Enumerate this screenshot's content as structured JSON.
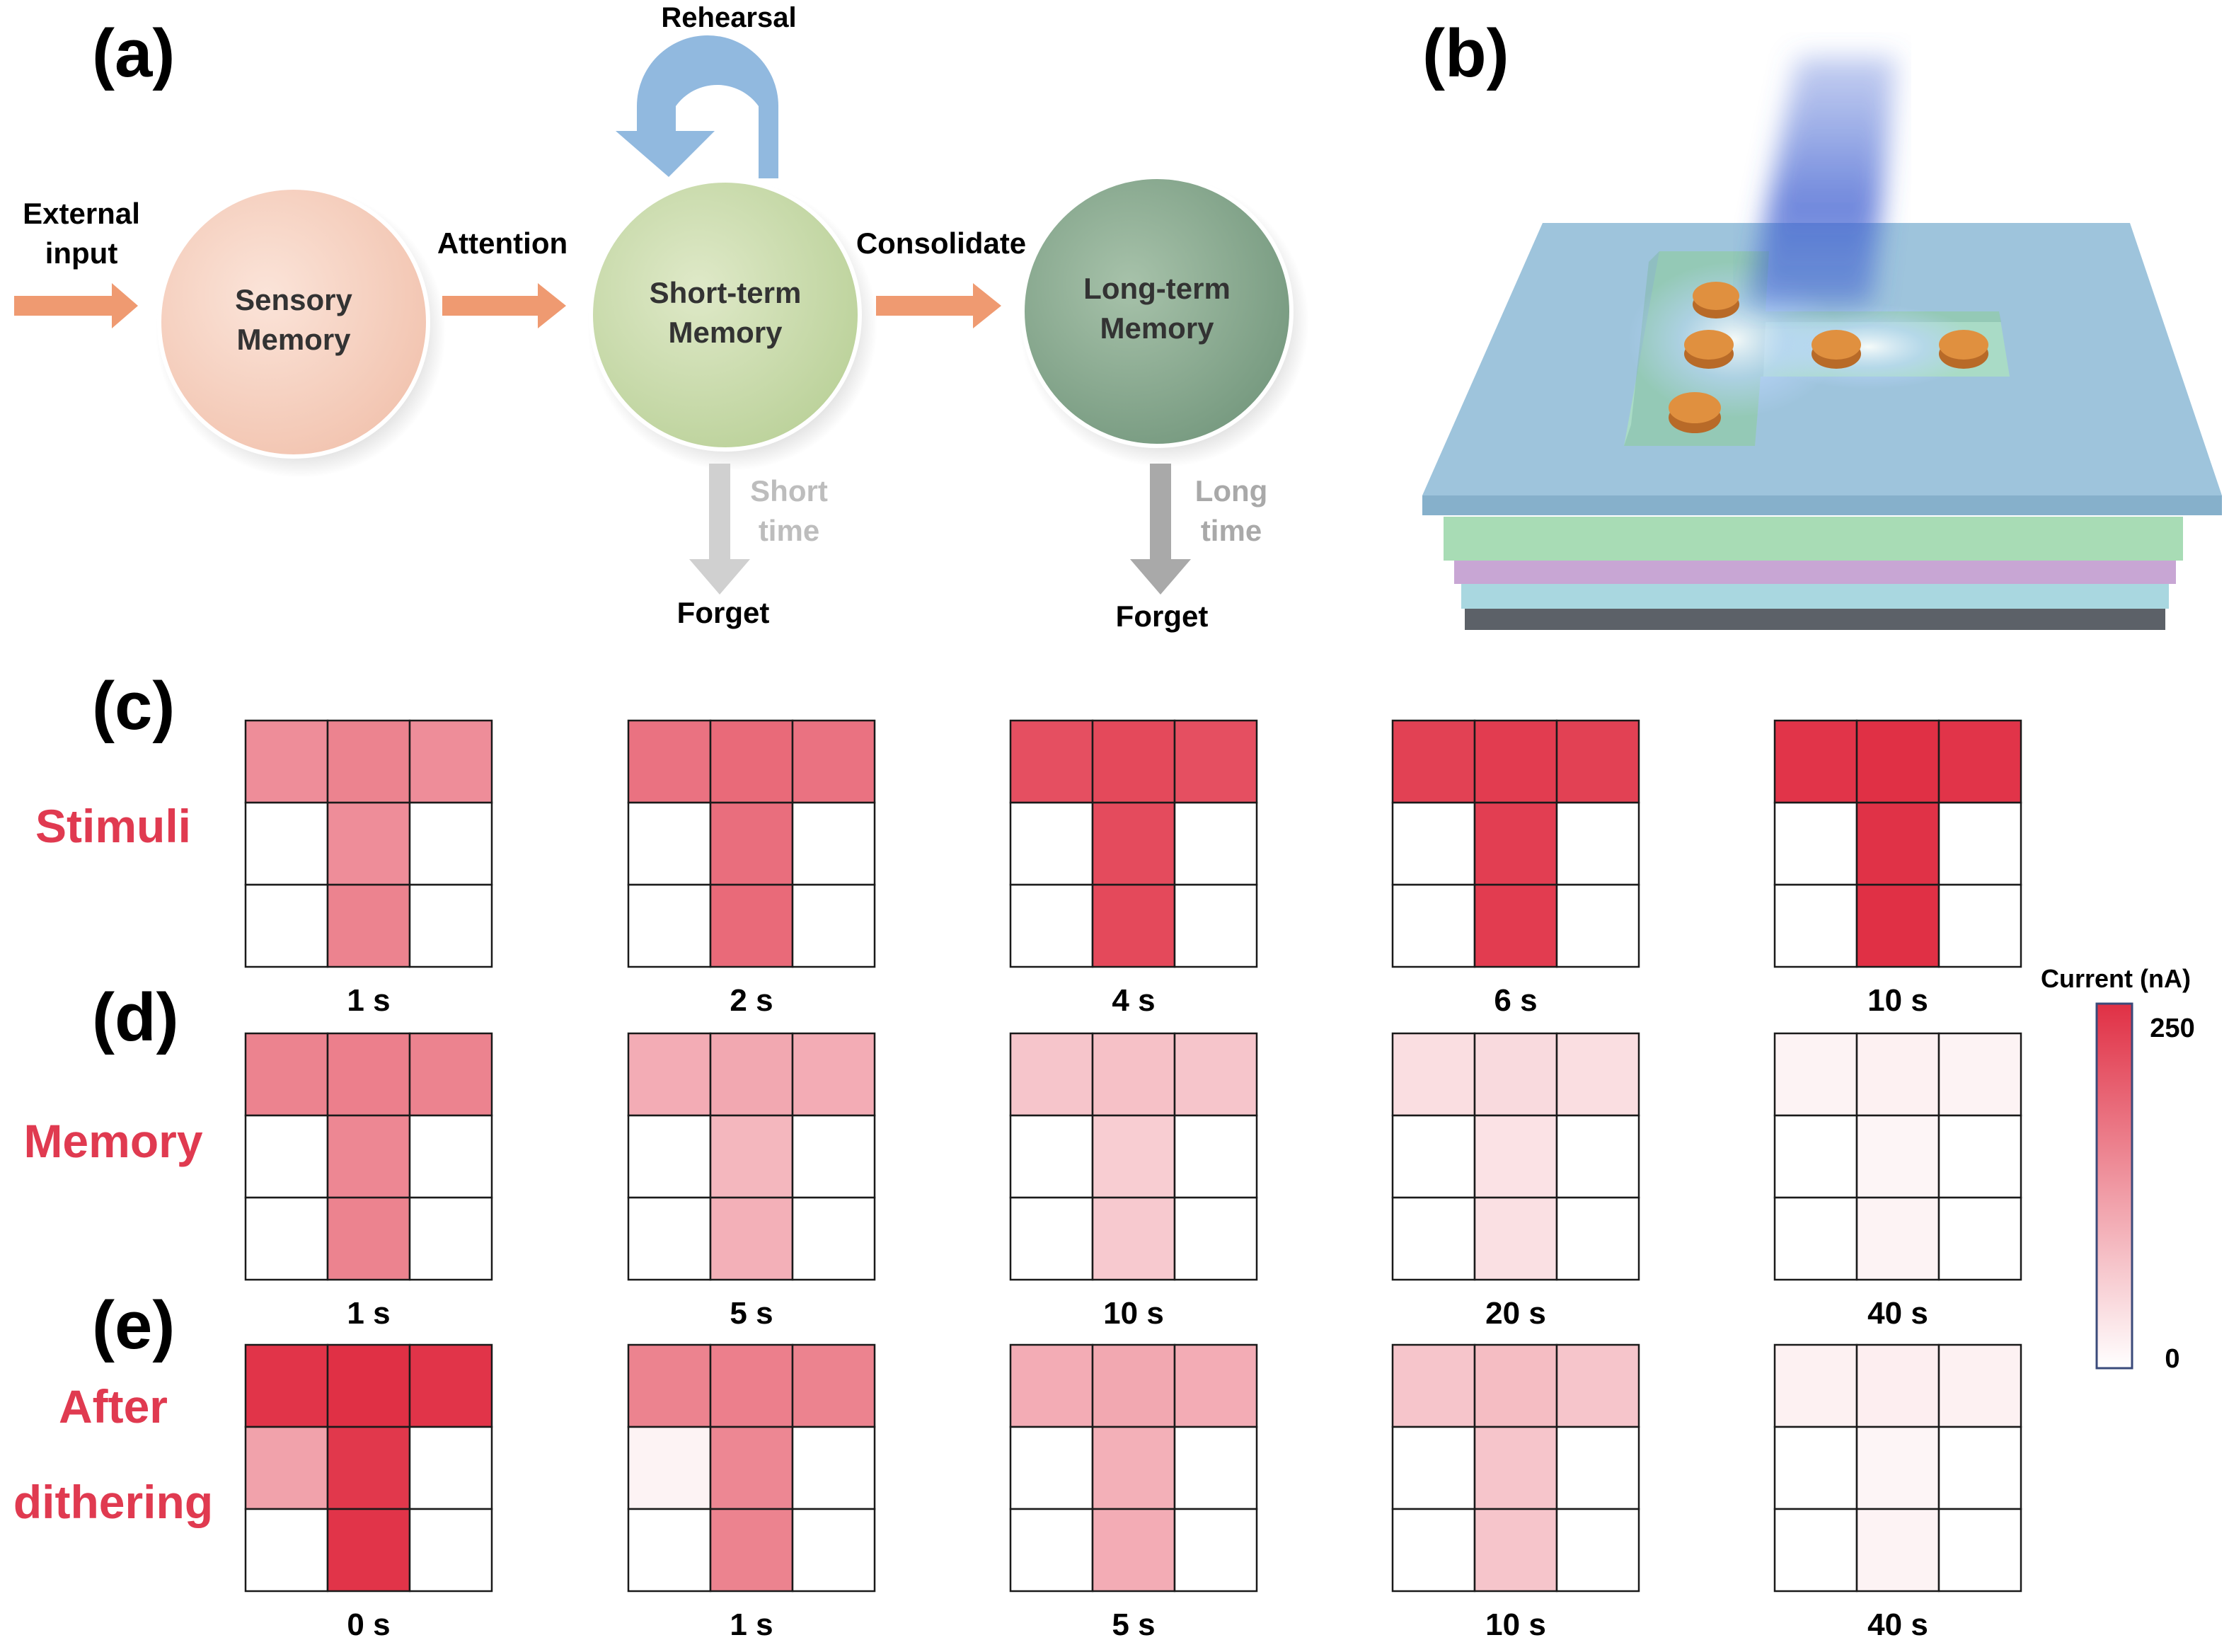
{
  "panel_labels": {
    "a": "(a)",
    "b": "(b)",
    "c": "(c)",
    "d": "(d)",
    "e": "(e)"
  },
  "memory_model": {
    "external_input": [
      "External",
      "input"
    ],
    "sensory": [
      "Sensory",
      "Memory"
    ],
    "attention": "Attention",
    "short_term": [
      "Short-term",
      "Memory"
    ],
    "rehearsal": "Rehearsal",
    "consolidate": "Consolidate",
    "long_term": [
      "Long-term",
      "Memory"
    ],
    "short_time": [
      "Short",
      "time"
    ],
    "long_time": [
      "Long",
      "time"
    ],
    "forget": "Forget",
    "colors": {
      "sensory": "#f6d2c3",
      "short_term": "#cfdeb3",
      "long_term": "#8fae94",
      "arrow": "#ef9a71",
      "rehearsal_arrow": "#91b9df",
      "forget_arrow": "#bdbdbd"
    }
  },
  "device": {
    "layer_colors": [
      "#9ec4dc",
      "#a8dcb5",
      "#c8a6d4",
      "#a9d7e0",
      "#5c6168"
    ],
    "electrode_color": "#d9853b",
    "light_color": "#3a5fd0"
  },
  "rows": [
    {
      "label": [
        "Stimuli"
      ],
      "images": [
        {
          "time": "1 s",
          "cells": [
            0.55,
            0.6,
            0.55,
            0,
            0.55,
            0,
            0,
            0.6,
            0
          ]
        },
        {
          "time": "2 s",
          "cells": [
            0.68,
            0.72,
            0.68,
            0,
            0.7,
            0,
            0,
            0.72,
            0
          ]
        },
        {
          "time": "4 s",
          "cells": [
            0.85,
            0.88,
            0.85,
            0,
            0.87,
            0,
            0,
            0.88,
            0
          ]
        },
        {
          "time": "6 s",
          "cells": [
            0.92,
            0.94,
            0.92,
            0,
            0.93,
            0,
            0,
            0.94,
            0
          ]
        },
        {
          "time": "10 s",
          "cells": [
            0.98,
            1.0,
            0.98,
            0,
            0.99,
            0,
            0,
            1.0,
            0
          ]
        }
      ]
    },
    {
      "label": [
        "Memory"
      ],
      "images": [
        {
          "time": "1 s",
          "cells": [
            0.6,
            0.62,
            0.6,
            0,
            0.58,
            0,
            0,
            0.6,
            0
          ]
        },
        {
          "time": "5 s",
          "cells": [
            0.4,
            0.42,
            0.4,
            0,
            0.35,
            0,
            0,
            0.38,
            0
          ]
        },
        {
          "time": "10 s",
          "cells": [
            0.28,
            0.3,
            0.28,
            0,
            0.24,
            0,
            0,
            0.26,
            0
          ]
        },
        {
          "time": "20 s",
          "cells": [
            0.16,
            0.18,
            0.16,
            0,
            0.14,
            0,
            0,
            0.15,
            0
          ]
        },
        {
          "time": "40 s",
          "cells": [
            0.06,
            0.07,
            0.06,
            0,
            0.05,
            0,
            0,
            0.06,
            0
          ]
        }
      ]
    },
    {
      "label": [
        "After",
        "dithering"
      ],
      "images": [
        {
          "time": "0 s",
          "cells": [
            0.98,
            1.0,
            0.98,
            0.45,
            0.96,
            0,
            0,
            0.98,
            0
          ]
        },
        {
          "time": "1 s",
          "cells": [
            0.6,
            0.62,
            0.6,
            0.06,
            0.58,
            0,
            0,
            0.6,
            0
          ]
        },
        {
          "time": "5 s",
          "cells": [
            0.4,
            0.42,
            0.4,
            0,
            0.38,
            0,
            0,
            0.4,
            0
          ]
        },
        {
          "time": "10 s",
          "cells": [
            0.28,
            0.32,
            0.28,
            0,
            0.28,
            0,
            0,
            0.28,
            0
          ]
        },
        {
          "time": "40 s",
          "cells": [
            0.07,
            0.08,
            0.07,
            0,
            0.05,
            0,
            0,
            0.06,
            0
          ]
        }
      ]
    }
  ],
  "colorbar": {
    "title": "Current (nA)",
    "max_label": "250",
    "min_label": "0",
    "min": 0,
    "max": 250,
    "color_low": "#ffffff",
    "color_high": "#e03045"
  },
  "colors": {
    "row_label": "#e03a50"
  }
}
